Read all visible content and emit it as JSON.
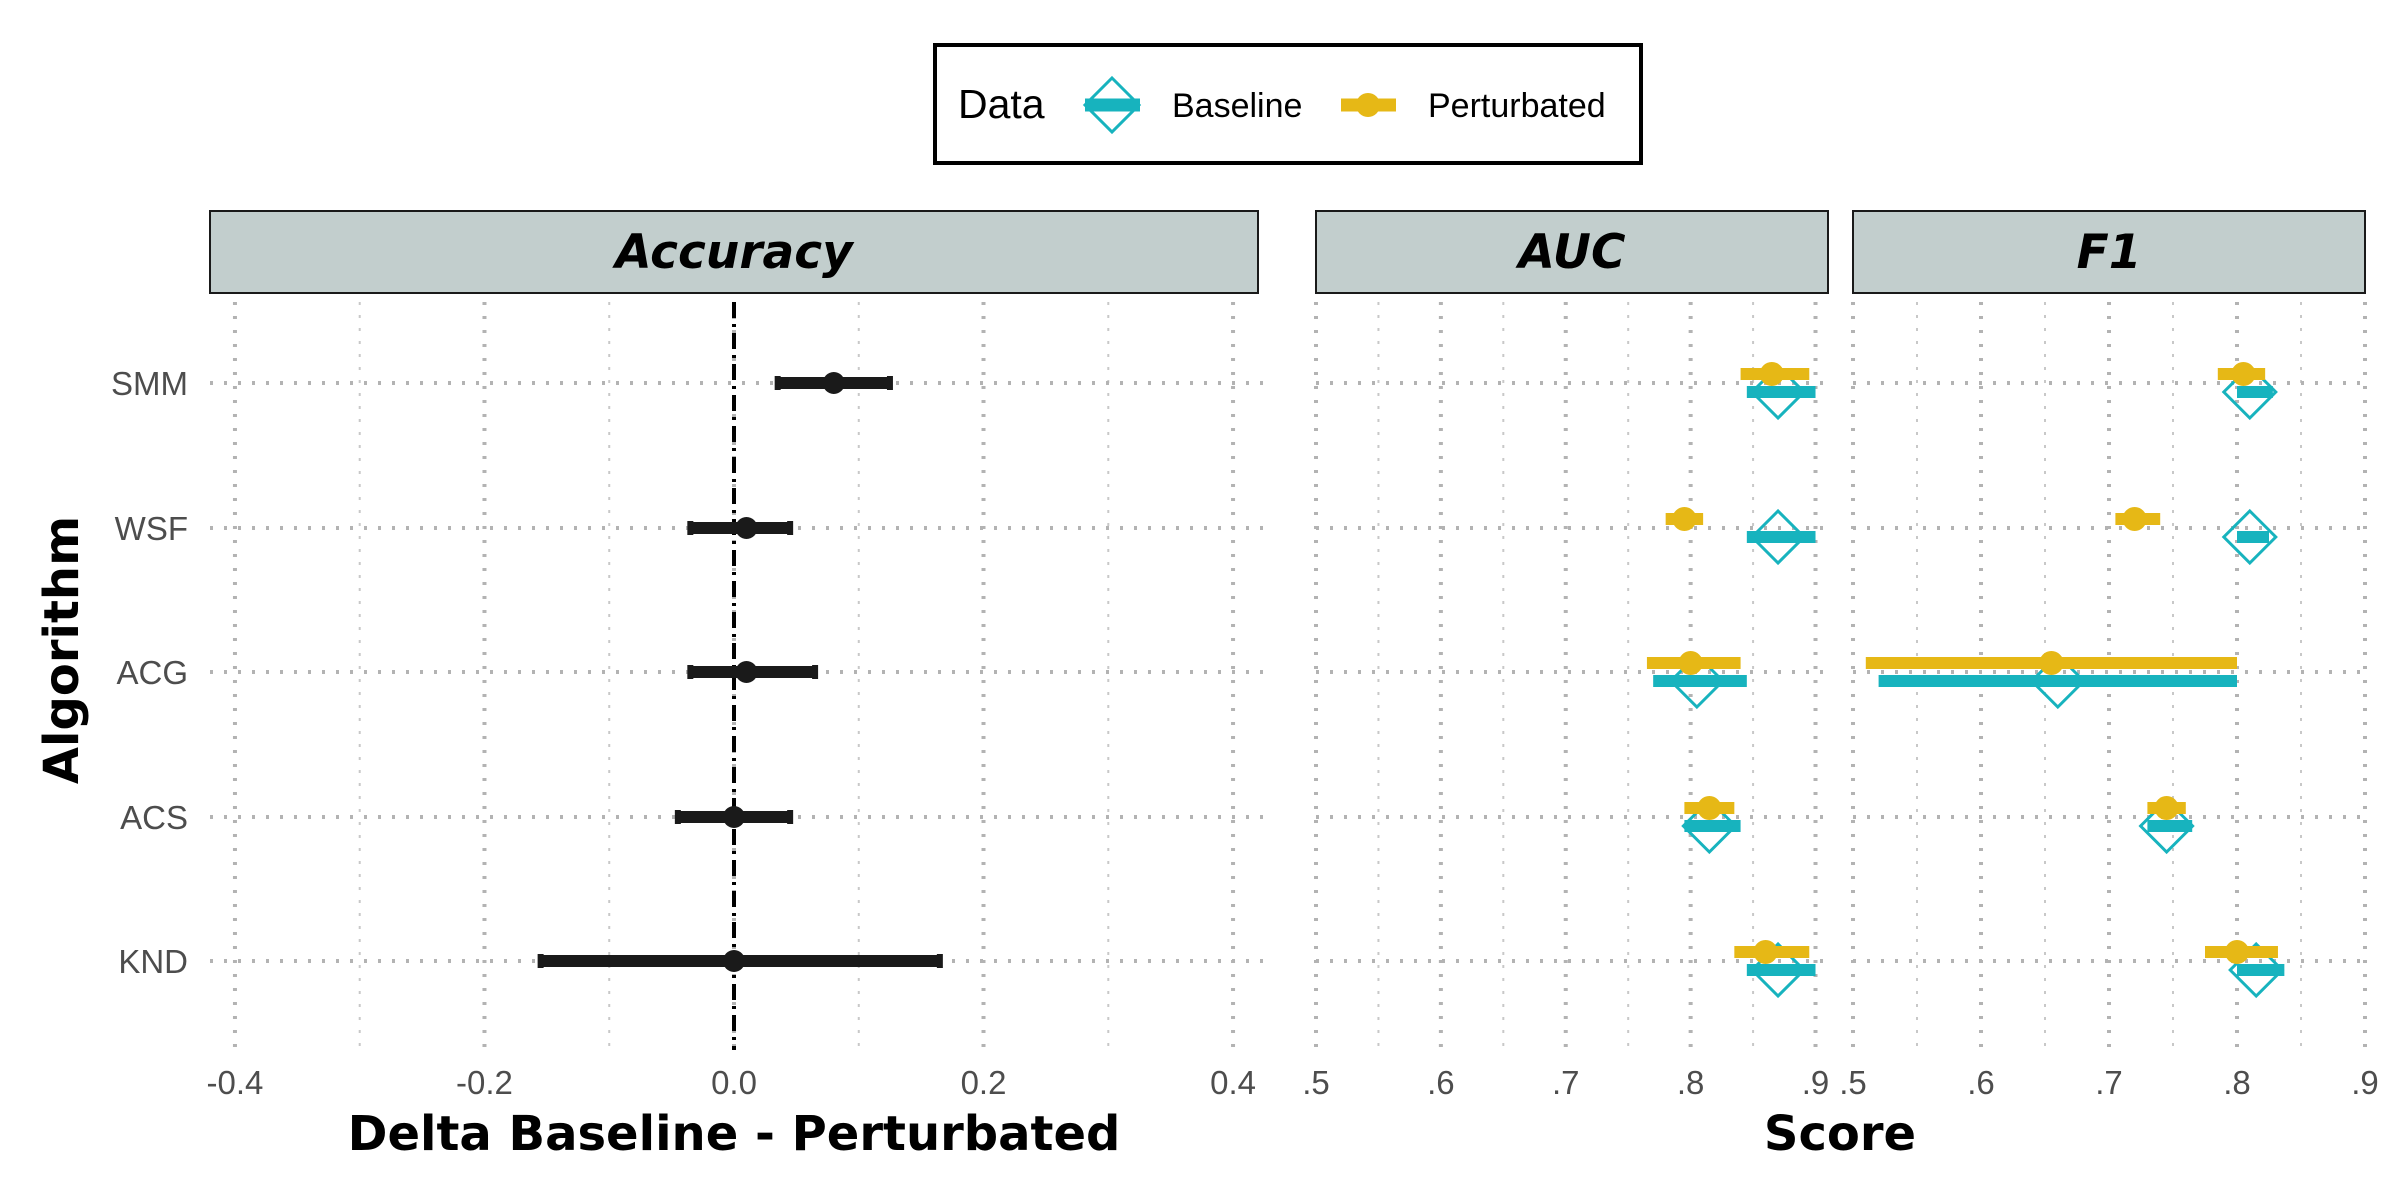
{
  "chart_data": {
    "type": "forest-dot",
    "legend": {
      "title": "Data",
      "position": "top",
      "entries": [
        {
          "label": "Baseline",
          "color": "#17b3be",
          "shape": "open-diamond"
        },
        {
          "label": "Perturbated",
          "color": "#e6b816",
          "shape": "filled-circle"
        }
      ]
    },
    "y_title": "Algorithm",
    "categories": [
      "SMM",
      "WSF",
      "ACG",
      "ACS",
      "KND"
    ],
    "grid": true,
    "panels": [
      {
        "strip": "Accuracy",
        "xlabel": "Delta Baseline - Perturbated",
        "xlim": [
          -0.42,
          0.42
        ],
        "ticks": [
          -0.4,
          -0.2,
          0.0,
          0.2,
          0.4
        ],
        "tick_labels": [
          "-0.4",
          "-0.2",
          "0.0",
          "0.2",
          "0.4"
        ],
        "minor_ticks": [
          -0.3,
          -0.1,
          0.1,
          0.3
        ],
        "ref_line": 0.0,
        "series": [
          {
            "name": "Delta",
            "color": "#1a1a1a",
            "points": [
              {
                "category": "SMM",
                "value": 0.08,
                "low": 0.035,
                "high": 0.125
              },
              {
                "category": "WSF",
                "value": 0.01,
                "low": -0.035,
                "high": 0.045
              },
              {
                "category": "ACG",
                "value": 0.01,
                "low": -0.035,
                "high": 0.065
              },
              {
                "category": "ACS",
                "value": 0.0,
                "low": -0.045,
                "high": 0.045
              },
              {
                "category": "KND",
                "value": 0.0,
                "low": -0.155,
                "high": 0.165
              }
            ]
          }
        ]
      },
      {
        "strip": "AUC",
        "xlabel": "Score",
        "xlim": [
          0.5,
          0.91
        ],
        "ticks": [
          0.5,
          0.6,
          0.7,
          0.8,
          0.9
        ],
        "tick_labels": [
          ".5",
          ".6",
          ".7",
          ".8",
          ".9"
        ],
        "minor_ticks": [
          0.55,
          0.65,
          0.75,
          0.85
        ],
        "series": [
          {
            "name": "Baseline",
            "points": [
              {
                "category": "SMM",
                "value": 0.87,
                "low": 0.845,
                "high": 0.9
              },
              {
                "category": "WSF",
                "value": 0.87,
                "low": 0.845,
                "high": 0.9
              },
              {
                "category": "ACG",
                "value": 0.805,
                "low": 0.77,
                "high": 0.845
              },
              {
                "category": "ACS",
                "value": 0.815,
                "low": 0.795,
                "high": 0.84
              },
              {
                "category": "KND",
                "value": 0.87,
                "low": 0.845,
                "high": 0.9
              }
            ]
          },
          {
            "name": "Perturbated",
            "points": [
              {
                "category": "SMM",
                "value": 0.865,
                "low": 0.84,
                "high": 0.895
              },
              {
                "category": "WSF",
                "value": 0.795,
                "low": 0.78,
                "high": 0.81
              },
              {
                "category": "ACG",
                "value": 0.8,
                "low": 0.765,
                "high": 0.84
              },
              {
                "category": "ACS",
                "value": 0.815,
                "low": 0.795,
                "high": 0.835
              },
              {
                "category": "KND",
                "value": 0.86,
                "low": 0.835,
                "high": 0.895
              }
            ]
          }
        ]
      },
      {
        "strip": "F1",
        "xlabel": "Score",
        "xlim": [
          0.5,
          0.9
        ],
        "ticks": [
          0.5,
          0.6,
          0.7,
          0.8,
          0.9
        ],
        "tick_labels": [
          ".5",
          ".6",
          ".7",
          ".8",
          ".9"
        ],
        "minor_ticks": [
          0.55,
          0.65,
          0.75,
          0.85
        ],
        "series": [
          {
            "name": "Baseline",
            "points": [
              {
                "category": "SMM",
                "value": 0.81,
                "low": 0.8,
                "high": 0.828
              },
              {
                "category": "WSF",
                "value": 0.81,
                "low": 0.8,
                "high": 0.825
              },
              {
                "category": "ACG",
                "value": 0.66,
                "low": 0.52,
                "high": 0.8
              },
              {
                "category": "ACS",
                "value": 0.745,
                "low": 0.73,
                "high": 0.765
              },
              {
                "category": "KND",
                "value": 0.815,
                "low": 0.8,
                "high": 0.837
              }
            ]
          },
          {
            "name": "Perturbated",
            "points": [
              {
                "category": "SMM",
                "value": 0.805,
                "low": 0.785,
                "high": 0.822
              },
              {
                "category": "WSF",
                "value": 0.72,
                "low": 0.705,
                "high": 0.74
              },
              {
                "category": "ACG",
                "value": 0.655,
                "low": 0.51,
                "high": 0.8
              },
              {
                "category": "ACS",
                "value": 0.745,
                "low": 0.73,
                "high": 0.76
              },
              {
                "category": "KND",
                "value": 0.8,
                "low": 0.775,
                "high": 0.832
              }
            ]
          }
        ]
      }
    ]
  }
}
